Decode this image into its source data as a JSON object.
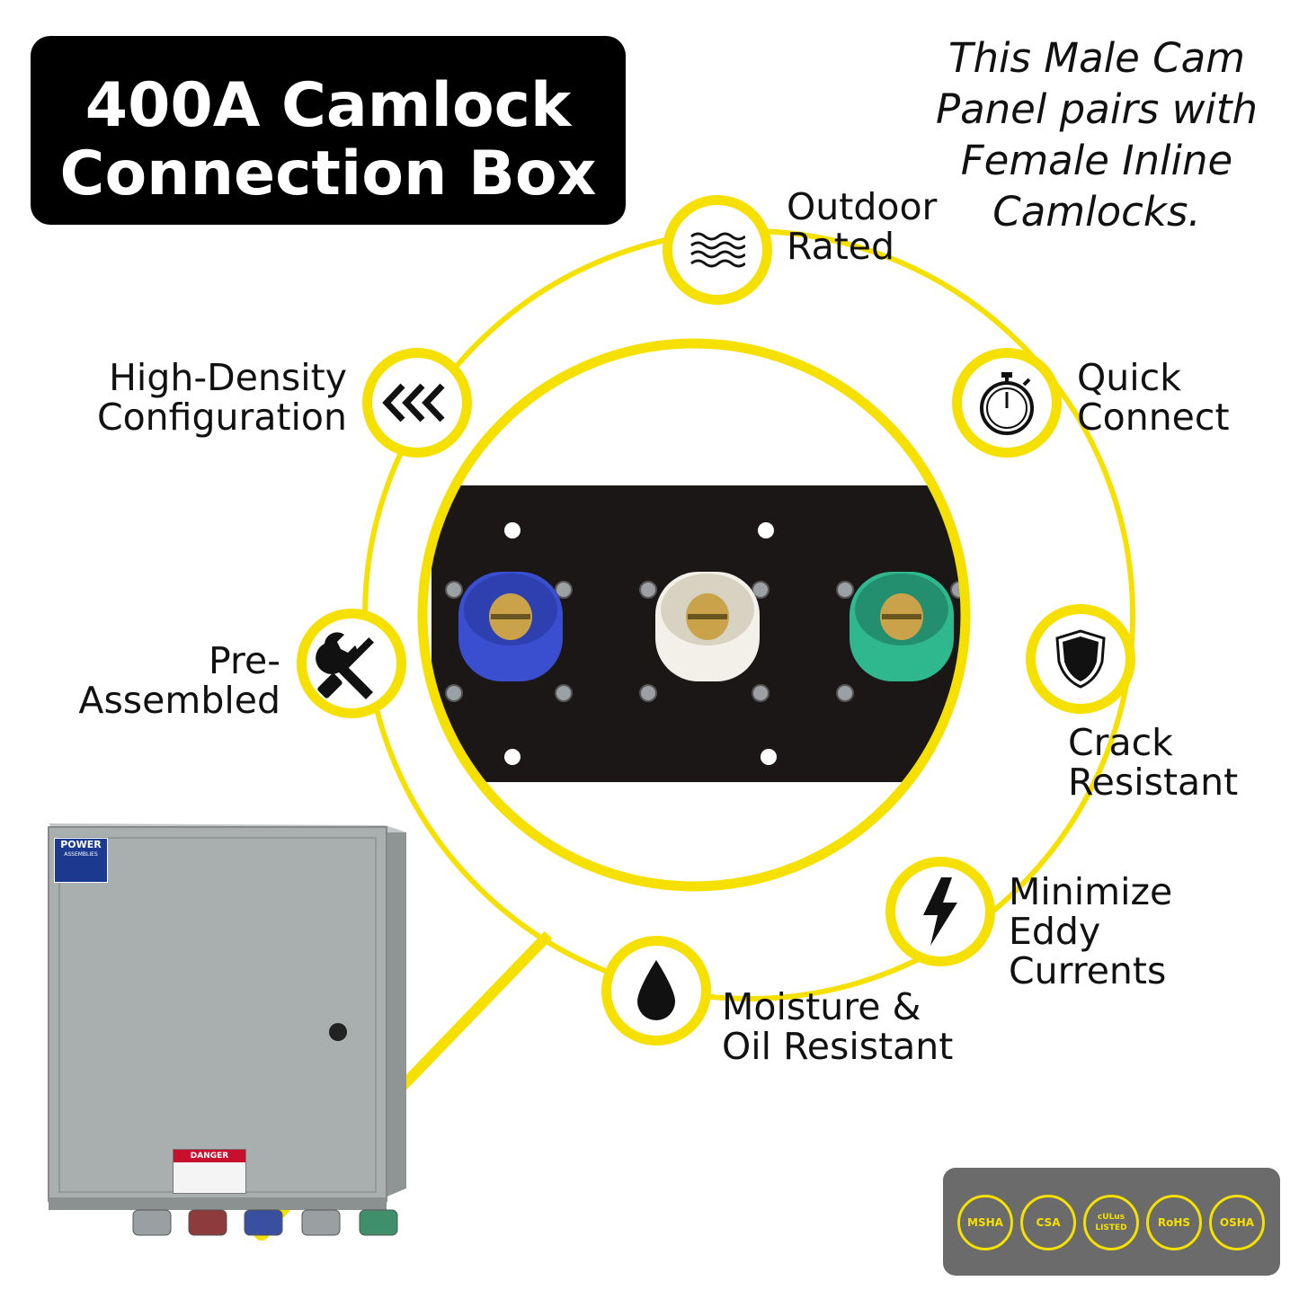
{
  "title": {
    "line1": "400A Camlock",
    "line2": "Connection Box"
  },
  "note": [
    "This Male Cam",
    "Panel pairs with",
    "Female Inline",
    "Camlocks."
  ],
  "features": [
    {
      "id": "outdoor",
      "lines": [
        "Outdoor",
        "Rated"
      ],
      "icon": "waves-icon"
    },
    {
      "id": "quick",
      "lines": [
        "Quick",
        "Connect"
      ],
      "icon": "stopwatch-icon"
    },
    {
      "id": "density",
      "lines": [
        "High-Density",
        "Configuration"
      ],
      "icon": "chevrons-left-icon"
    },
    {
      "id": "preassembled",
      "lines": [
        "Pre-",
        "Assembled"
      ],
      "icon": "wrench-screwdriver-icon"
    },
    {
      "id": "crack",
      "lines": [
        "Crack",
        "Resistant"
      ],
      "icon": "shield-icon"
    },
    {
      "id": "eddy",
      "lines": [
        "Minimize",
        "Eddy",
        "Currents"
      ],
      "icon": "lightning-icon"
    },
    {
      "id": "moisture",
      "lines": [
        "Moisture &",
        "Oil Resistant"
      ],
      "icon": "droplet-icon"
    }
  ],
  "enclosure": {
    "brand_line1": "POWER",
    "brand_line2": "ASSEMBLIES",
    "warning_label": "DANGER"
  },
  "certifications": [
    "MSHA",
    "CSA",
    "cULus LISTED",
    "RoHS",
    "OSHA"
  ],
  "colors": {
    "accent_yellow": "#f5e000",
    "camlock_blue": "#3a4fd0",
    "camlock_white": "#f2f0e8",
    "camlock_green": "#2fb88e",
    "panel_black": "#1a1716",
    "enclosure_gray": "#a9aeae"
  }
}
